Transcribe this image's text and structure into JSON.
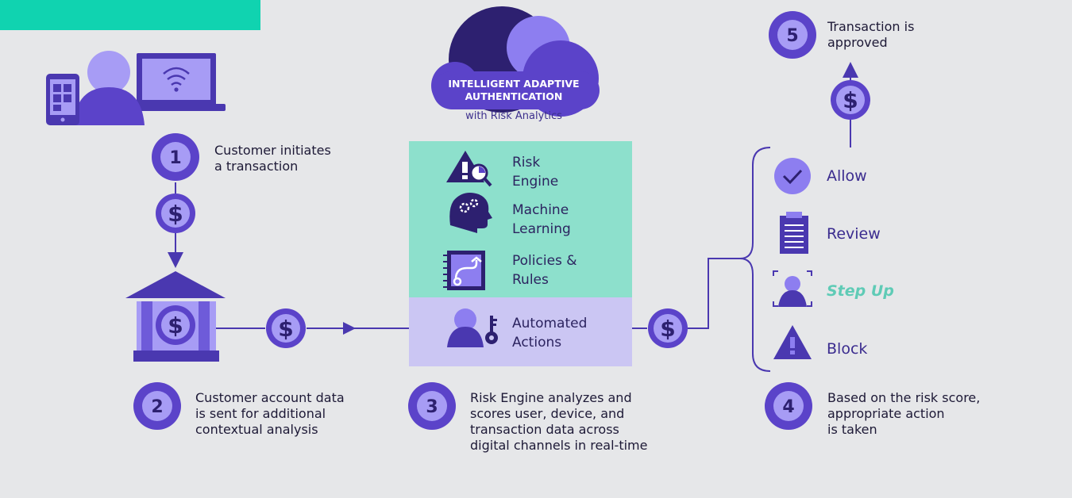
{
  "diagram": {
    "cloud": {
      "title_line1": "INTELLIGENT ADAPTIVE",
      "title_line2": "AUTHENTICATION",
      "subtitle": "with Risk Analytics"
    },
    "steps": [
      {
        "number": "1",
        "line1": "Customer initiates",
        "line2": "a transaction"
      },
      {
        "number": "2",
        "line1": "Customer account data",
        "line2": "is sent for additional",
        "line3": "contextual analysis"
      },
      {
        "number": "3",
        "line1": "Risk Engine analyzes and",
        "line2": "scores user, device, and",
        "line3": "transaction data across",
        "line4": "digital channels in real-time"
      },
      {
        "number": "4",
        "line1": "Based on the risk score,",
        "line2": "appropriate action",
        "line3": "is taken"
      },
      {
        "number": "5",
        "line1": "Transaction is",
        "line2": "approved"
      }
    ],
    "engine_items": [
      {
        "icon": "risk-engine-icon",
        "line1": "Risk",
        "line2": "Engine"
      },
      {
        "icon": "machine-learning-icon",
        "line1": "Machine",
        "line2": "Learning"
      },
      {
        "icon": "policies-rules-icon",
        "line1": "Policies &",
        "line2": "Rules"
      },
      {
        "icon": "automated-actions-icon",
        "line1": "Automated",
        "line2": "Actions"
      }
    ],
    "actions": [
      {
        "icon": "check-icon",
        "label": "Allow"
      },
      {
        "icon": "clipboard-icon",
        "label": "Review"
      },
      {
        "icon": "user-scan-icon",
        "label": "Step Up"
      },
      {
        "icon": "warning-icon",
        "label": "Block"
      }
    ],
    "dollar_symbol": "$",
    "colors": {
      "background": "#e6e7e9",
      "accent_teal": "#10d3b0",
      "engine_teal": "#8de0cc",
      "engine_lavender": "#cbc6f3",
      "purple_dark": "#2d2070",
      "purple_mid": "#5b43c9",
      "purple_light": "#a79cf5"
    }
  }
}
